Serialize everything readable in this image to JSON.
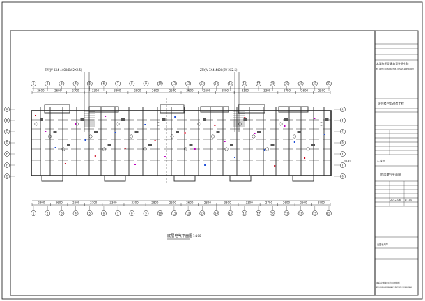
{
  "drawing": {
    "caption": "底层电气平面图",
    "caption_scale": "1:100",
    "riser_labels": [
      "ZRYJV-3X4-4400(BV-2X2.5)",
      "ZRYJV-3X4-4400(BV-2X2.5)"
    ],
    "unit_label": "3-1单元",
    "top_dim_values": [
      "2600",
      "2600",
      "2700",
      "3300",
      "3300",
      "2800",
      "2600",
      "2600",
      "2600",
      "2600",
      "2800",
      "3300",
      "3300",
      "2700",
      "2600",
      "2600"
    ],
    "bottom_dim_values": [
      "2800",
      "2600",
      "2600",
      "2700",
      "3300",
      "3300",
      "2800",
      "2600",
      "2600",
      "2800",
      "3300",
      "3300",
      "2700",
      "2600",
      "2600",
      "2800"
    ],
    "column_axis_labels": [
      "1",
      "2",
      "3",
      "4",
      "5",
      "6",
      "7",
      "8",
      "9",
      "10",
      "11",
      "12",
      "13",
      "14",
      "15",
      "16",
      "17",
      "18",
      "19",
      "20",
      "21",
      "22"
    ],
    "row_axis_labels": [
      "A",
      "B",
      "C",
      "D",
      "E",
      "F",
      "G"
    ]
  },
  "title_block": {
    "institute_cn": "本溪市民用建筑设计研究院",
    "institute_en": "BT. ANSHI CONSTRUCTION, DESIGN & RESEARCH",
    "project_name": "居住楼户型改造工程",
    "sheet_title": "底层电气平面图",
    "unit_text": "3-1单元",
    "date": "2012.06",
    "scale": "1:100",
    "bottom_company": "本溪市规划建设设计研究院监制",
    "bottom_company_en": "BT. DESIGN AND RESEARCH INSTITUTE OF DESIGNING",
    "stamp_label": "出图专用章"
  },
  "colors": {
    "wall": "#2b2b2b",
    "accent_red": "#d0021b",
    "accent_magenta": "#c000c0",
    "accent_blue": "#1f4fd8",
    "frame": "#111111"
  }
}
